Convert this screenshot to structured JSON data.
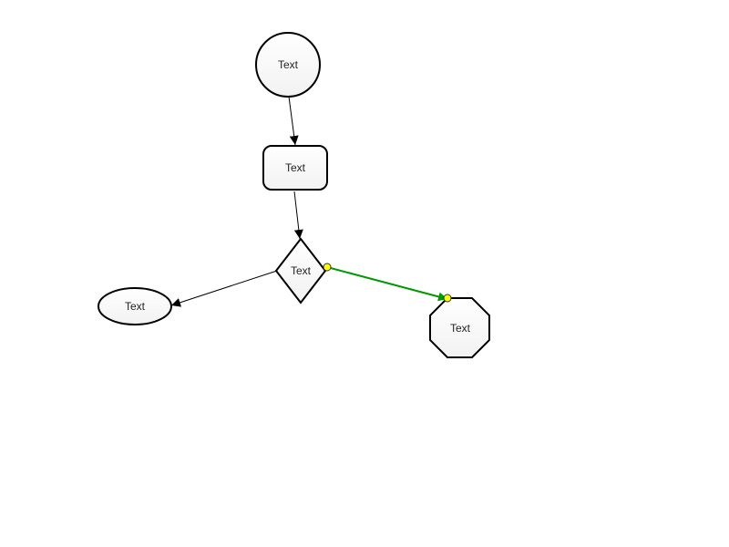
{
  "diagram": {
    "nodes": [
      {
        "id": "circle",
        "shape": "circle",
        "label": "Text"
      },
      {
        "id": "process",
        "shape": "rounded-rect",
        "label": "Text"
      },
      {
        "id": "decision",
        "shape": "diamond",
        "label": "Text"
      },
      {
        "id": "ellipse",
        "shape": "ellipse",
        "label": "Text"
      },
      {
        "id": "octagon",
        "shape": "octagon",
        "label": "Text"
      }
    ],
    "edges": [
      {
        "from": "circle",
        "to": "process",
        "selected": false
      },
      {
        "from": "process",
        "to": "decision",
        "selected": false
      },
      {
        "from": "decision",
        "to": "ellipse",
        "selected": false
      },
      {
        "from": "decision",
        "to": "octagon",
        "selected": true
      }
    ]
  },
  "colors": {
    "edge": "#000000",
    "selected_edge": "#009900",
    "handle": "#ffff00",
    "node_fill_top": "#ffffff",
    "node_fill_bottom": "#f2f2f2"
  }
}
